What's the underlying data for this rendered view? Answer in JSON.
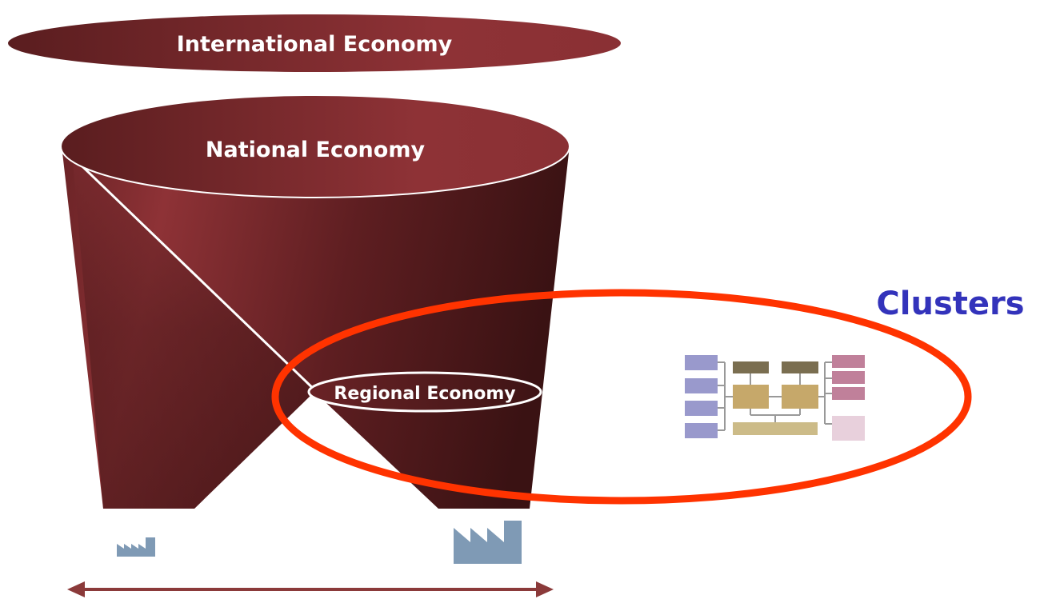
{
  "labels": {
    "international": "International Economy",
    "national": "National Economy",
    "regional": "Regional Economy",
    "clusters": "Clusters"
  },
  "colors": {
    "maroon_light": "#8e3236",
    "maroon_dark": "#3a1213",
    "highlight_ring": "#ff3300",
    "clusters_text": "#3333bb",
    "factory": "#7f9ab5",
    "arrow": "#8b3a3a",
    "chart_purple": "#9999cc",
    "chart_olive": "#7a6e50",
    "chart_tan": "#c6a86a",
    "chart_pink": "#c0809a",
    "chart_light_pink": "#e8d0dc",
    "chart_beige": "#ccbb88"
  },
  "icons": [
    "small-factory-icon",
    "large-factory-icon",
    "org-chart-icon",
    "double-arrow-icon"
  ]
}
